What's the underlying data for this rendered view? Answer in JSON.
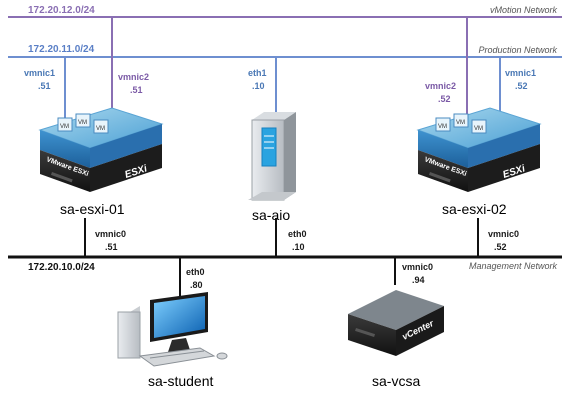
{
  "networks": {
    "vmotion": {
      "subnet": "172.20.12.0/24",
      "label": "vMotion Network",
      "color": "#8a6fb3"
    },
    "production": {
      "subnet": "172.20.11.0/24",
      "label": "Production Network",
      "color": "#6e8fd0"
    },
    "management": {
      "subnet": "172.20.10.0/24",
      "label": "Management Network",
      "color": "#111111"
    }
  },
  "hosts": {
    "esxi01": {
      "name": "sa-esxi-01",
      "badge": "VMware ESXi",
      "side": "ESXi",
      "vm": "VM"
    },
    "aio": {
      "name": "sa-aio"
    },
    "esxi02": {
      "name": "sa-esxi-02",
      "badge": "VMware ESXi",
      "side": "ESXi",
      "vm": "VM"
    },
    "student": {
      "name": "sa-student"
    },
    "vcsa": {
      "name": "sa-vcsa",
      "badge": "vCenter"
    }
  },
  "interfaces": {
    "esxi01_vmnic1": {
      "name": "vmnic1",
      "ip": ".51"
    },
    "esxi01_vmnic2": {
      "name": "vmnic2",
      "ip": ".51"
    },
    "esxi01_vmnic0": {
      "name": "vmnic0",
      "ip": ".51"
    },
    "aio_eth1": {
      "name": "eth1",
      "ip": ".10"
    },
    "aio_eth0": {
      "name": "eth0",
      "ip": ".10"
    },
    "esxi02_vmnic2": {
      "name": "vmnic2",
      "ip": ".52"
    },
    "esxi02_vmnic1": {
      "name": "vmnic1",
      "ip": ".52"
    },
    "esxi02_vmnic0": {
      "name": "vmnic0",
      "ip": ".52"
    },
    "student_eth0": {
      "name": "eth0",
      "ip": ".80"
    },
    "vcsa_vmnic0": {
      "name": "vmnic0",
      "ip": ".94"
    }
  }
}
